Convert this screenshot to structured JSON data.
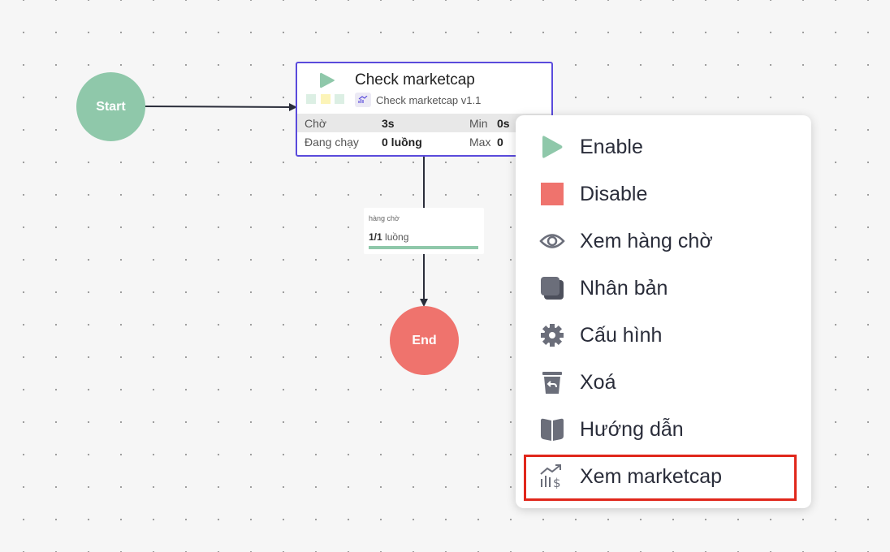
{
  "start": {
    "label": "Start"
  },
  "end": {
    "label": "End"
  },
  "node": {
    "title": "Check marketcap",
    "subtitle": "Check marketcap v1.1",
    "stats": [
      {
        "label": "Chờ",
        "value": "3s",
        "label2": "Min",
        "value2": "0s"
      },
      {
        "label": "Đang chạy",
        "value": "0 luồng",
        "label2": "Max",
        "value2": "0"
      }
    ]
  },
  "queue": {
    "label": "hàng chờ",
    "count": "1/1",
    "unit": "luồng",
    "progress": 1.0
  },
  "menu": {
    "items": [
      {
        "label": "Enable"
      },
      {
        "label": "Disable"
      },
      {
        "label": "Xem hàng chờ"
      },
      {
        "label": "Nhân bản"
      },
      {
        "label": "Cấu hình"
      },
      {
        "label": "Xoá"
      },
      {
        "label": "Hướng dẫn"
      },
      {
        "label": "Xem marketcap"
      }
    ]
  },
  "colors": {
    "accent": "#5a4bdc",
    "green": "#8fc8aa",
    "red": "#ef736d",
    "highlight": "#e0271b"
  }
}
